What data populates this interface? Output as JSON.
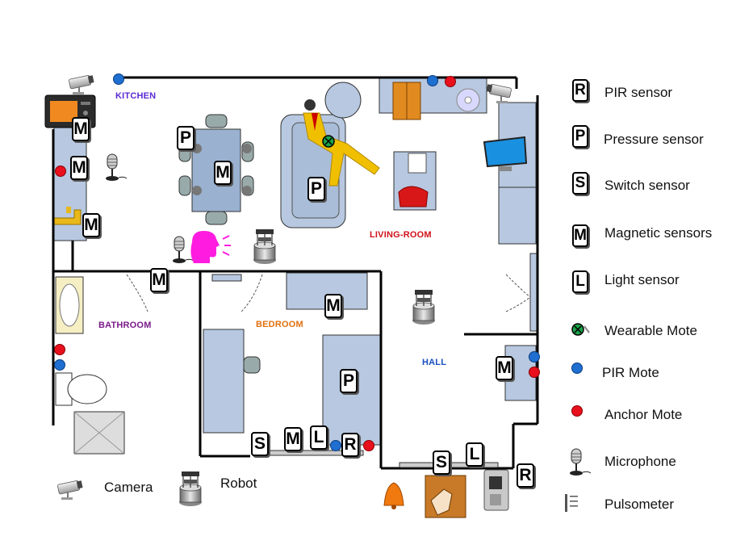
{
  "rooms": {
    "kitchen": "KITCHEN",
    "living_room": "LIVING-ROOM",
    "bathroom": "BATHROOM",
    "bedroom": "BEDROOM",
    "hall": "HALL"
  },
  "room_colors": {
    "kitchen": "#5a2bd0",
    "living_room": "#d0101a",
    "bathroom": "#7a1a8a",
    "bedroom": "#e07010",
    "hall": "#1a4fc0"
  },
  "sensor_letters": {
    "pir": "R",
    "pressure": "P",
    "switch": "S",
    "magnetic": "M",
    "light": "L"
  },
  "legend": {
    "pir_sensor": "PIR sensor",
    "pressure_sensor": "Pressure sensor",
    "switch_sensor": "Switch sensor",
    "magnetic_sensors": "Magnetic sensors",
    "light_sensor": "Light sensor",
    "wearable_mote": "Wearable Mote",
    "pir_mote": "PIR Mote",
    "anchor_mote": "Anchor Mote",
    "microphone": "Microphone",
    "pulsometer": "Pulsometer",
    "camera": "Camera",
    "robot": "Robot"
  },
  "colors": {
    "furniture": "#b7c8e0",
    "pir_mote": "#1f6fd1",
    "anchor_mote": "#e8101c",
    "wall": "#000000"
  }
}
